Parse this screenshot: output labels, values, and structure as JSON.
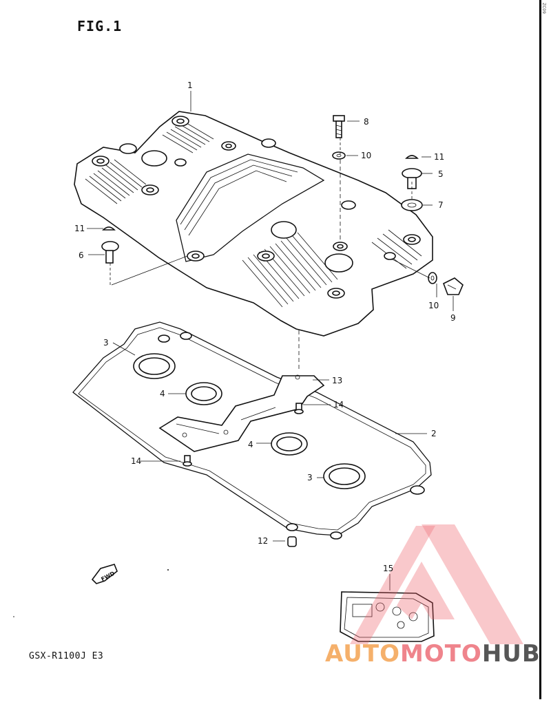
{
  "figure": {
    "title": "FIG.1",
    "model_code": "GSX-R1100J E3",
    "corner_mark": "ZC09"
  },
  "callouts": [
    "1",
    "2",
    "3",
    "3",
    "4",
    "4",
    "5",
    "6",
    "7",
    "8",
    "9",
    "10",
    "10",
    "11",
    "11",
    "12",
    "13",
    "14",
    "14",
    "15"
  ],
  "forward_marker": "FWD",
  "watermark": {
    "part_a": "AUTO",
    "part_b": "MOTO",
    "part_c": "HUB",
    "colors": {
      "auto": "#f4a85b",
      "moto": "#ee7780",
      "hub": "#444444",
      "triangle": "#ee5a64"
    }
  }
}
